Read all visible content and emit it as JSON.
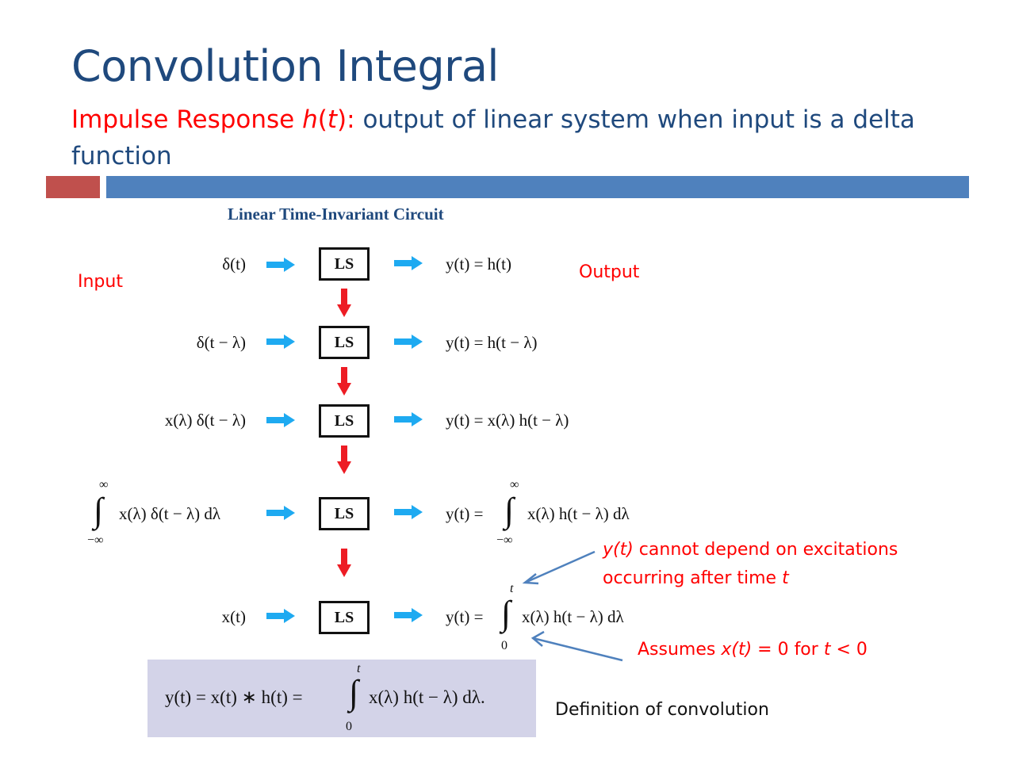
{
  "slide": {
    "title": "Convolution Integral",
    "subtitle": {
      "red_prefix": "Impulse Response ",
      "red_func_h": "h",
      "red_paren_open": "(",
      "red_func_t": "t",
      "red_paren_close": ")",
      "red_colon": ":",
      "body": " output of linear system when input is a delta function"
    },
    "header_bars": {
      "accent_color": "#c0504d",
      "main_color": "#4f81bd"
    }
  },
  "diagram": {
    "title": "Linear Time-Invariant Circuit",
    "input_label": "Input",
    "output_label": "Output",
    "box_label": "LS",
    "rows": [
      {
        "input": "δ(t)",
        "output": "y(t) = h(t)"
      },
      {
        "input": "δ(t − λ)",
        "output": "y(t) = h(t − λ)"
      },
      {
        "input": "x(λ) δ(t − λ)",
        "output": "y(t) = x(λ) h(t − λ)"
      },
      {
        "input_integrand": "x(λ) δ(t − λ) dλ",
        "input_upper": "∞",
        "input_lower": "−∞",
        "output_lhs": "y(t) =",
        "output_integrand": "x(λ) h(t − λ) dλ",
        "output_upper": "∞",
        "output_lower": "−∞"
      },
      {
        "input": "x(t)",
        "output_lhs": "y(t) =",
        "output_integrand": "x(λ) h(t − λ) dλ",
        "output_upper": "t",
        "output_lower": "0"
      }
    ],
    "colors": {
      "flow_arrow": "#1eaaf1",
      "step_arrow": "#ed1c24",
      "callout_arrow": "#4f81bd"
    }
  },
  "annotations": {
    "causality_line1_func": "y(t)",
    "causality_line1_rest": " cannot depend on excitations",
    "causality_line2_prefix": "occurring after time ",
    "causality_line2_var": "t",
    "assumption_prefix": "Assumes ",
    "assumption_func": "x(t)",
    "assumption_mid": " = 0 for ",
    "assumption_var": "t",
    "assumption_suffix": " < 0"
  },
  "definition": {
    "lhs": "y(t) = x(t) ∗ h(t) =",
    "integrand": "x(λ) h(t − λ) dλ.",
    "upper": "t",
    "lower": "0",
    "note": "Definition of convolution",
    "box_color": "#d3d3e8"
  }
}
